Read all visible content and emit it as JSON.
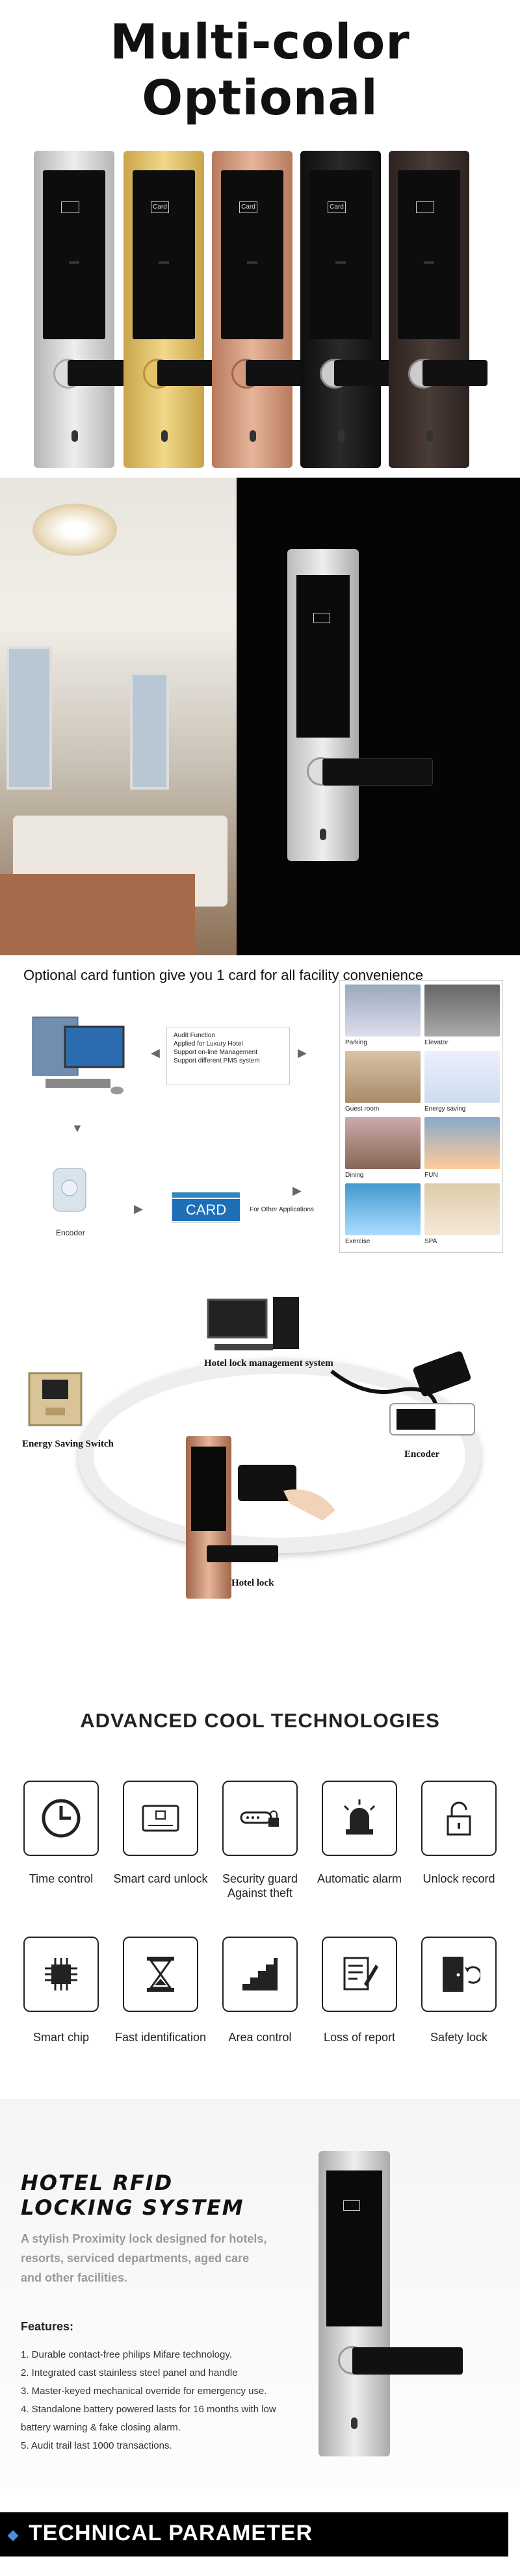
{
  "banner": {
    "title": "Multi-color Optional"
  },
  "colors": {
    "silver": "#c9c9c9",
    "gold": "#e4c36a",
    "rosegold": "#d49a7c",
    "black": "#1a1a1a",
    "darkbrown": "#3a2f2b",
    "accent": "#4a90d9"
  },
  "locks": [
    {
      "name": "silver",
      "card_label": ""
    },
    {
      "name": "gold",
      "card_label": "Card"
    },
    {
      "name": "rose-gold",
      "card_label": "Card"
    },
    {
      "name": "black",
      "card_label": "Card"
    },
    {
      "name": "dark-brown",
      "card_label": ""
    }
  ],
  "showcase": {
    "card_label": ""
  },
  "card_function": {
    "title": "Optional card funtion give you 1 card for all facility convenience",
    "features": [
      "Audit Function",
      "Applied for Luxury Hotel",
      "Support on-line Management",
      "Support different PMS system"
    ],
    "encoder_label": "Encoder",
    "card_text": "CARD",
    "other_label": "For Other Applications",
    "facilities": [
      "Parking",
      "Elevator",
      "Guest room",
      "Energy saving",
      "Dining",
      "FUN",
      "Exercise",
      "SPA"
    ]
  },
  "system": {
    "management": "Hotel lock management system",
    "energy": "Energy Saving Switch",
    "encoder": "Encoder",
    "hotel_lock": "Hotel lock"
  },
  "tech": {
    "title": "ADVANCED COOL TECHNOLOGIES",
    "row1": [
      {
        "label": "Time control",
        "icon": "clock-icon"
      },
      {
        "label": "Smart card unlock",
        "icon": "smart-card-icon"
      },
      {
        "label": "Security guard Against theft",
        "icon": "key-lock-icon"
      },
      {
        "label": "Automatic alarm",
        "icon": "alarm-icon"
      },
      {
        "label": "Unlock record",
        "icon": "padlock-icon"
      }
    ],
    "row2": [
      {
        "label": "Smart chip",
        "icon": "chip-icon"
      },
      {
        "label": "Fast identification",
        "icon": "hourglass-icon"
      },
      {
        "label": "Area control",
        "icon": "stairs-icon"
      },
      {
        "label": "Loss of report",
        "icon": "report-icon"
      },
      {
        "label": "Safety lock",
        "icon": "door-icon"
      }
    ]
  },
  "rfid": {
    "heading_line1": "HOTEL RFID",
    "heading_line2": "LOCKING SYSTEM",
    "subtitle": "A stylish Proximity lock designed for hotels, resorts, serviced departments, aged care and other facilities.",
    "features_heading": "Features:",
    "features": [
      "1.  Durable contact-free philips Mifare technology.",
      "2.  Integrated cast stainless steel panel and handle",
      "3.  Master-keyed mechanical override for emergency use.",
      "4.  Standalone battery powered lasts for 16 months with low battery warning & fake closing alarm.",
      "5.  Audit trail last 1000 transactions."
    ]
  },
  "technical": {
    "title": "TECHNICAL PARAMETER"
  }
}
